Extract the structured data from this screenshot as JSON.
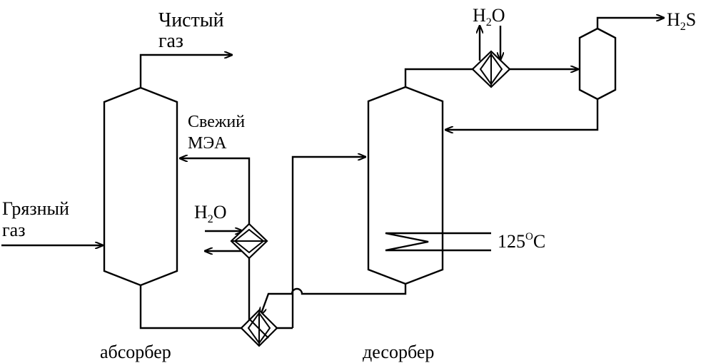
{
  "labels": {
    "clean_gas": {
      "line1": "Чистый",
      "line2": "газ"
    },
    "dirty_gas": {
      "line1": "Грязный",
      "line2": "газ"
    },
    "fresh_mea": {
      "line1": "Свежий",
      "line2": "МЭА"
    },
    "absorber": "абсорбер",
    "desorber": "десорбер",
    "water_mid": {
      "main": "H",
      "sub": "2",
      "rest": "O"
    },
    "water_top": {
      "main": "H",
      "sub": "2",
      "rest": "O"
    },
    "h2s": {
      "main": "H",
      "sub": "2",
      "rest": "S"
    },
    "temperature": {
      "value": "125",
      "sup": "O",
      "unit": "C"
    }
  },
  "icons": {
    "heat_exchanger": "diamond-heat-exchanger-icon",
    "separator": "separator-vessel-icon",
    "heating_coil": "heating-coil-icon"
  },
  "colors": {
    "line": "#000000",
    "background": "#ffffff"
  }
}
